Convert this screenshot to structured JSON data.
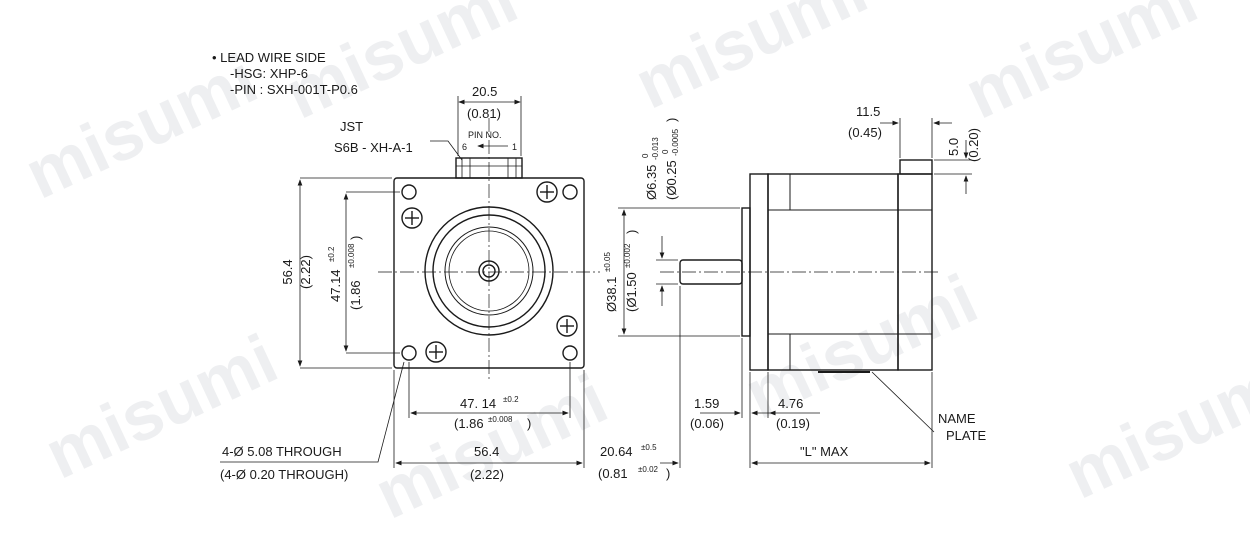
{
  "watermark": "misumi",
  "notes": {
    "lead_wire_side": "• LEAD WIRE SIDE",
    "hsg": "-HSG: XHP-6",
    "pin": "-PIN : SXH-001T-P0.6"
  },
  "connector": {
    "maker": "JST",
    "model": "S6B - XH-A-1",
    "pin_no": "PIN  NO.",
    "pin_left": "6",
    "pin_right": "1",
    "width_mm": "20.5",
    "width_in": "(0.81)"
  },
  "front_view": {
    "height_mm": "56.4",
    "height_in": "(2.22)",
    "hole_pitch_v_mm": "47.14",
    "hole_pitch_v_tol": "±0.2",
    "hole_pitch_v_in": "(1.86",
    "hole_pitch_v_in_tol": "±0.008",
    "hole_pitch_h_mm": "47. 14",
    "hole_pitch_h_tol": "±0.2",
    "hole_pitch_h_in": "(1.86",
    "hole_pitch_h_in_tol": "±0.008",
    "width_mm": "56.4",
    "width_in": "(2.22)",
    "holes_mm": "4-Ø 5.08 THROUGH",
    "holes_in": "(4-Ø 0.20 THROUGH)"
  },
  "side_view": {
    "shaft_dia_mm": "Ø6.35",
    "shaft_dia_mm_tol_upper": "0",
    "shaft_dia_mm_tol_lower": "-0.013",
    "shaft_dia_in": "(Ø0.25",
    "shaft_dia_in_tol_upper": "0",
    "shaft_dia_in_tol_lower": "-0.0005",
    "pilot_dia_mm": "Ø38.1",
    "pilot_dia_mm_tol": "±0.05",
    "pilot_dia_in": "(Ø1.50",
    "pilot_dia_in_tol": "±0.002",
    "pilot_depth_mm": "1.59",
    "pilot_depth_in": "(0.06)",
    "flange_mm": "4.76",
    "flange_in": "(0.19)",
    "shaft_len_mm": "20.64",
    "shaft_len_mm_tol": "±0.5",
    "shaft_len_in": "(0.81",
    "shaft_len_in_tol": "±0.02",
    "body_len": "\"L\" MAX",
    "conn_len_mm": "11.5",
    "conn_len_in": "(0.45)",
    "conn_h_mm": "5.0",
    "conn_h_in": "(0.20)",
    "nameplate_1": "NAME",
    "nameplate_2": "PLATE"
  },
  "colors": {
    "line": "#1a1a1a",
    "watermark": "#cfd3d8"
  }
}
